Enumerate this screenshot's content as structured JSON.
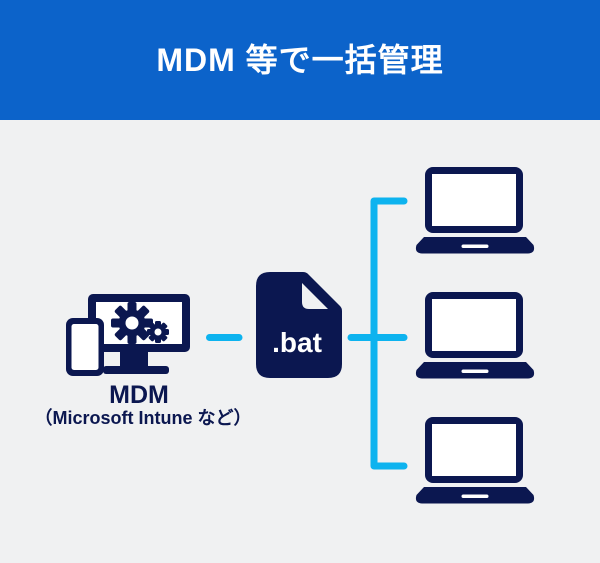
{
  "banner": {
    "title": "MDM 等で一括管理"
  },
  "diagram": {
    "mdm": {
      "label": "MDM",
      "sublabel": "（Microsoft Intune など）",
      "icons": [
        "monitor-gears-icon",
        "smartphone-icon"
      ]
    },
    "file": {
      "label": ".bat",
      "icon": "bat-file-icon"
    },
    "clients": {
      "count": 3,
      "icon": "laptop-icon"
    },
    "connectors": {
      "style": "cyan dash from MDM to .bat, cyan bracket from .bat to 3 laptops"
    }
  },
  "theme": {
    "banner_blue": "#0c63ca",
    "bg_gray": "#f0f1f2",
    "navy": "#0b1750",
    "cyan": "#0db3ef",
    "white": "#ffffff"
  }
}
